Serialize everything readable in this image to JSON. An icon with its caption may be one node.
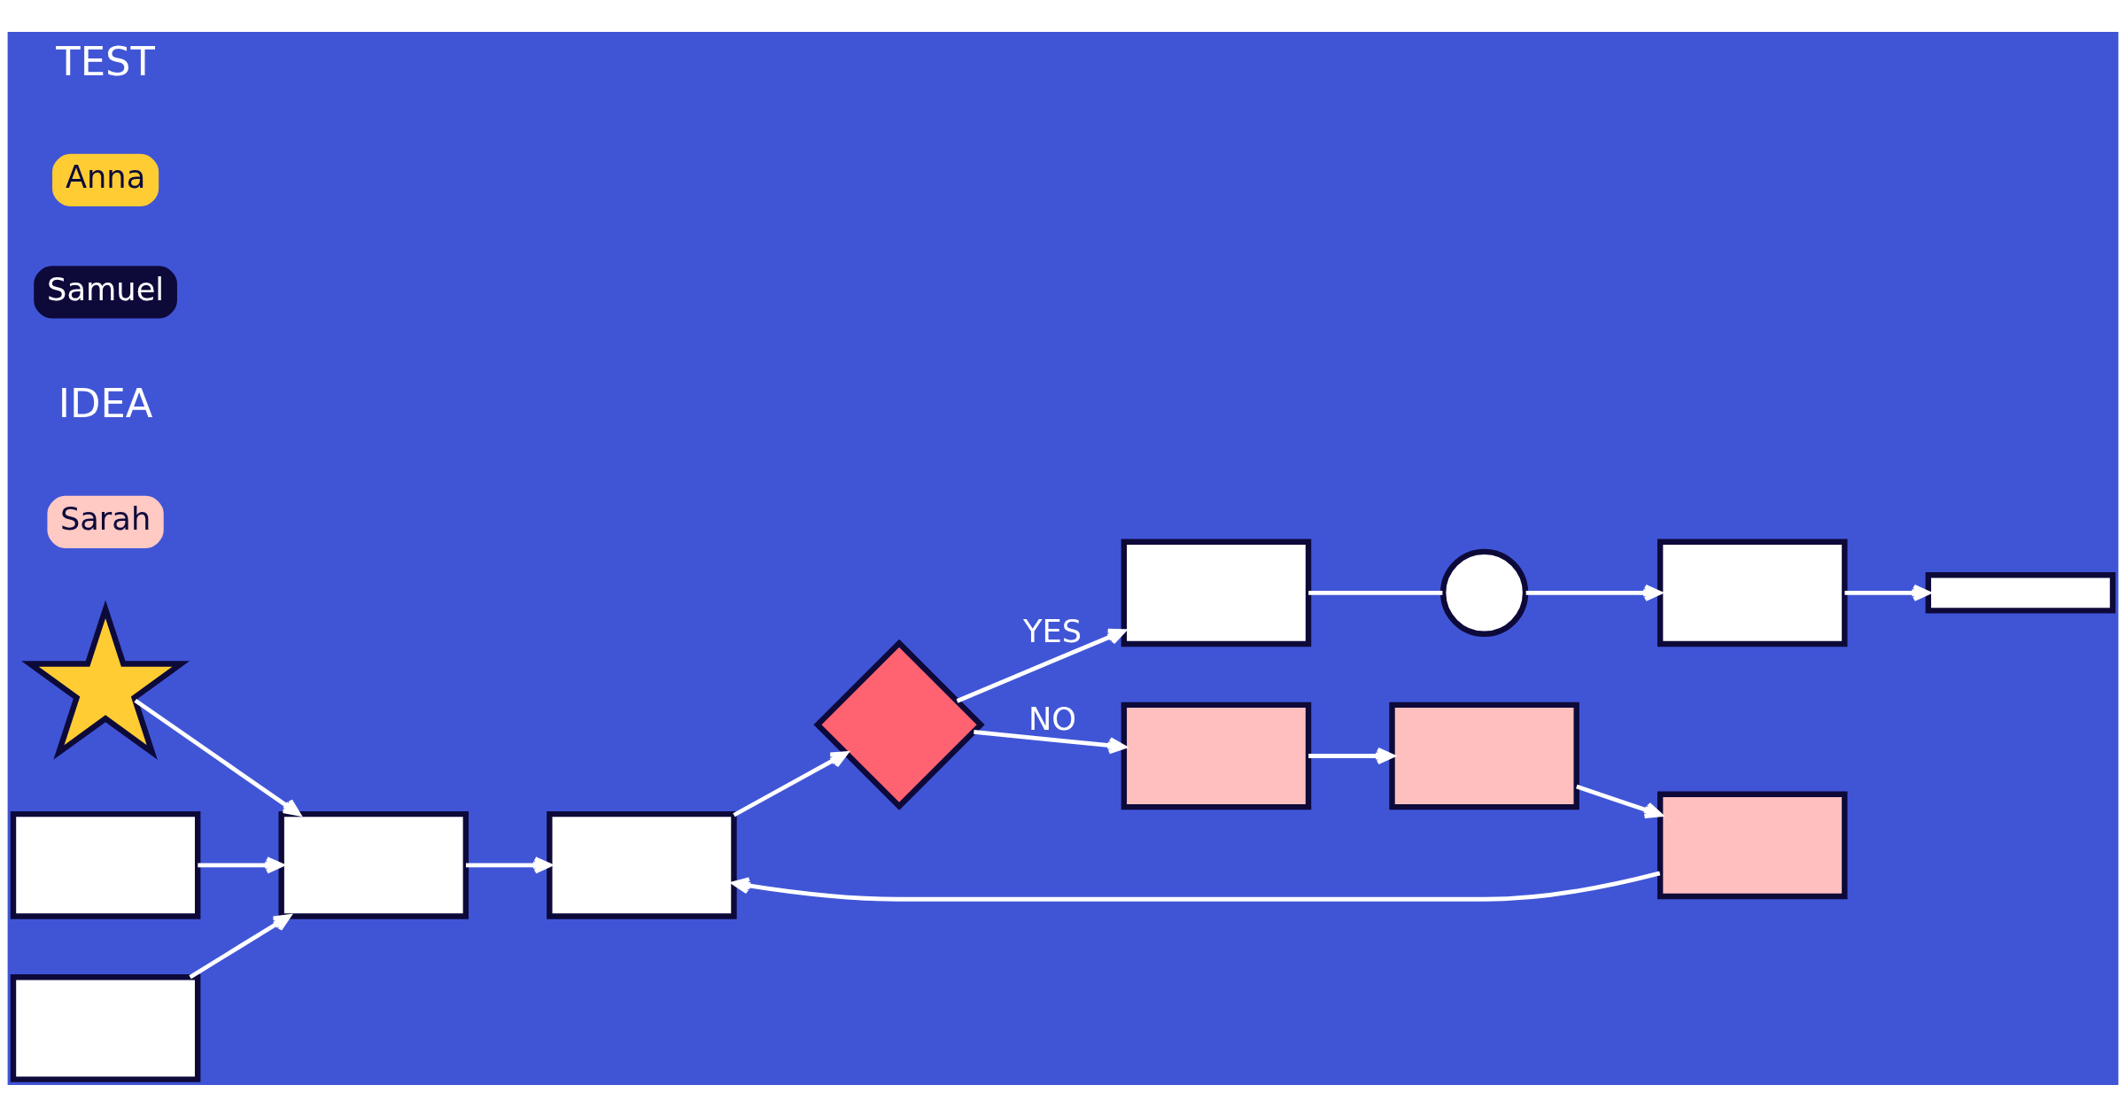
{
  "diagram": {
    "nodes": [
      {
        "text": [],
        "shape": "picture"
      },
      {
        "text": [],
        "shape": "box"
      },
      {
        "text": [],
        "shape": "box"
      },
      {
        "text": [],
        "shape": "box"
      },
      {
        "text": [],
        "shape": "box"
      },
      {
        "text": [],
        "shape": "diamond"
      },
      {
        "text": [],
        "shape": "box"
      },
      {
        "text": [],
        "shape": "circle"
      },
      {
        "text": [],
        "shape": "box"
      },
      {
        "text": [],
        "shape": "bar"
      },
      {
        "text": [],
        "shape": "box"
      },
      {
        "text": [],
        "shape": "box"
      },
      {
        "text": [],
        "shape": "box"
      }
    ],
    "edges": [
      {
        "from": 0,
        "to": 2,
        "arrow": "to"
      },
      {
        "from": 1,
        "to": 2,
        "arrow": "to"
      },
      {
        "from": 3,
        "to": 2,
        "arrow": "to"
      },
      {
        "from": 2,
        "to": 4,
        "arrow": "to"
      },
      {
        "from": 4,
        "to": 5,
        "arrow": "to"
      },
      {
        "from": 5,
        "to": 6,
        "arrow": "to",
        "label": "YES"
      },
      {
        "from": 6,
        "to": 7,
        "arrow": "none"
      },
      {
        "from": 7,
        "to": 8,
        "arrow": "to"
      },
      {
        "from": 8,
        "to": 9,
        "arrow": "to"
      },
      {
        "from": 5,
        "to": 10,
        "arrow": "to",
        "label": "NO"
      },
      {
        "from": 10,
        "to": 11,
        "arrow": "to"
      },
      {
        "from": 11,
        "to": 12,
        "arrow": "to"
      },
      {
        "from": 12,
        "to": 4,
        "arrow": "to"
      }
    ],
    "labels": [
      "Sarah",
      "IDEA",
      "Samuel",
      "Anna",
      "TEST"
    ]
  }
}
